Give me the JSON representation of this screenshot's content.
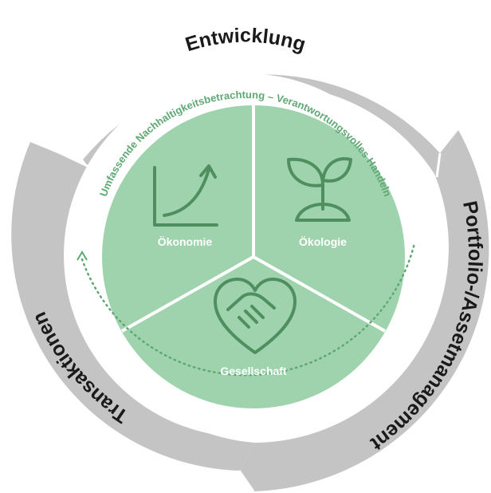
{
  "outer_ring": {
    "top_label": "Entwicklung",
    "right_label": "Portfolio-/Assetmanagement",
    "left_label": "Transaktionen"
  },
  "inner_ring": {
    "label": "Umfassende Nachhaltigkeitsbetrachtung – Verantwortungsvolles Handeln"
  },
  "segments": {
    "economy": "Ökonomie",
    "ecology": "Ökologie",
    "society": "Gesellschaft"
  },
  "icons": {
    "economy": "growth-chart-icon",
    "ecology": "plant-sprout-icon",
    "society": "heart-handshake-icon"
  },
  "colors": {
    "outer_ring": "#c4c4c4",
    "inner_fill": "#9fd3ad",
    "accent_green": "#5fa873",
    "icon_stroke": "#4f8f5f",
    "divider": "#ffffff"
  }
}
